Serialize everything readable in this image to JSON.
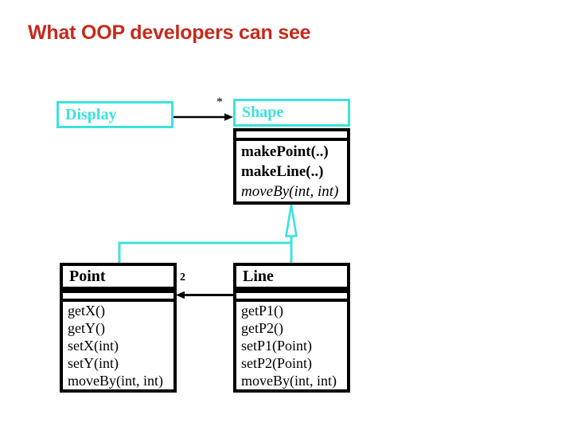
{
  "slide": {
    "title": "What OOP developers can see"
  },
  "colors": {
    "accent_cyan": "#3ce2dd",
    "title_red": "#c5291b",
    "ink": "#000000",
    "paper": "#ffffff"
  },
  "diagram": {
    "display": {
      "title": "Display"
    },
    "shape": {
      "title": "Shape",
      "methods": [
        "makePoint(..)",
        "makeLine(..)",
        "moveBy(int, int)"
      ]
    },
    "point": {
      "title": "Point",
      "methods": [
        "getX()",
        "getY()",
        "setX(int)",
        "setY(int)",
        "moveBy(int, int)"
      ]
    },
    "line": {
      "title": "Line",
      "methods": [
        "getP1()",
        "getP2()",
        "setP1(Point)",
        "setP2(Point)",
        "moveBy(int, int)"
      ]
    },
    "labels": {
      "display_shape_multiplicity": "*",
      "point_multiplicity": "2"
    }
  }
}
